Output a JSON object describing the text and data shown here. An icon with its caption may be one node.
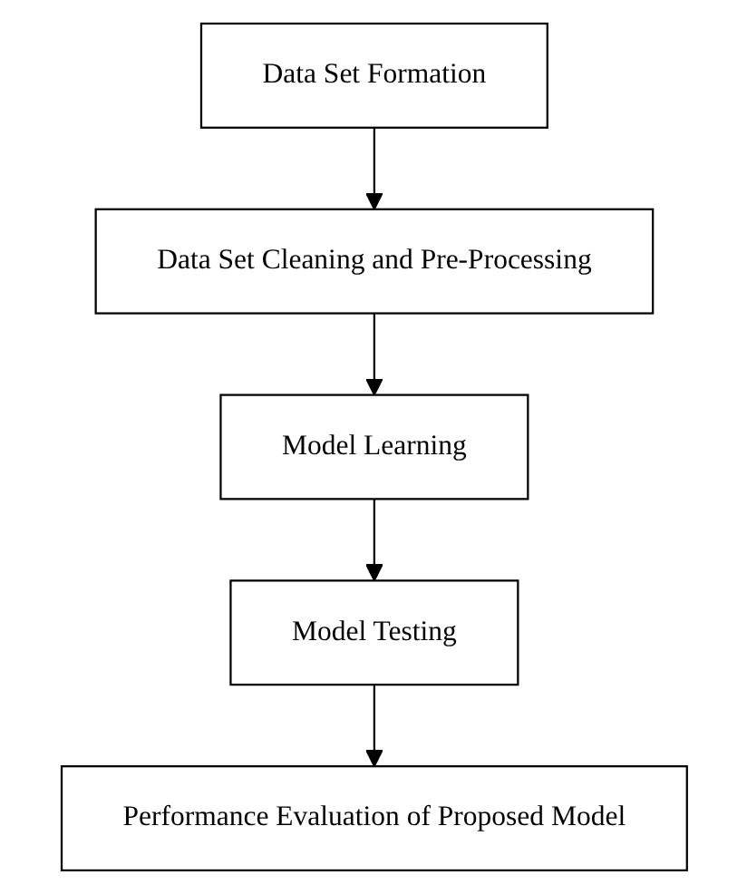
{
  "diagram": {
    "nodes": [
      {
        "text": [
          "Data Set Formation"
        ]
      },
      {
        "text": [
          "Data Set Cleaning and Pre-Processing"
        ]
      },
      {
        "text": [
          "Model Learning"
        ]
      },
      {
        "text": [
          "Model Testing"
        ]
      },
      {
        "text": [
          "Performance Evaluation of Proposed Model"
        ]
      }
    ],
    "edges": [
      {
        "from": 0,
        "to": 1,
        "arrow": "to"
      },
      {
        "from": 1,
        "to": 2,
        "arrow": "to"
      },
      {
        "from": 2,
        "to": 3,
        "arrow": "to"
      },
      {
        "from": 3,
        "to": 4,
        "arrow": "to"
      }
    ]
  }
}
